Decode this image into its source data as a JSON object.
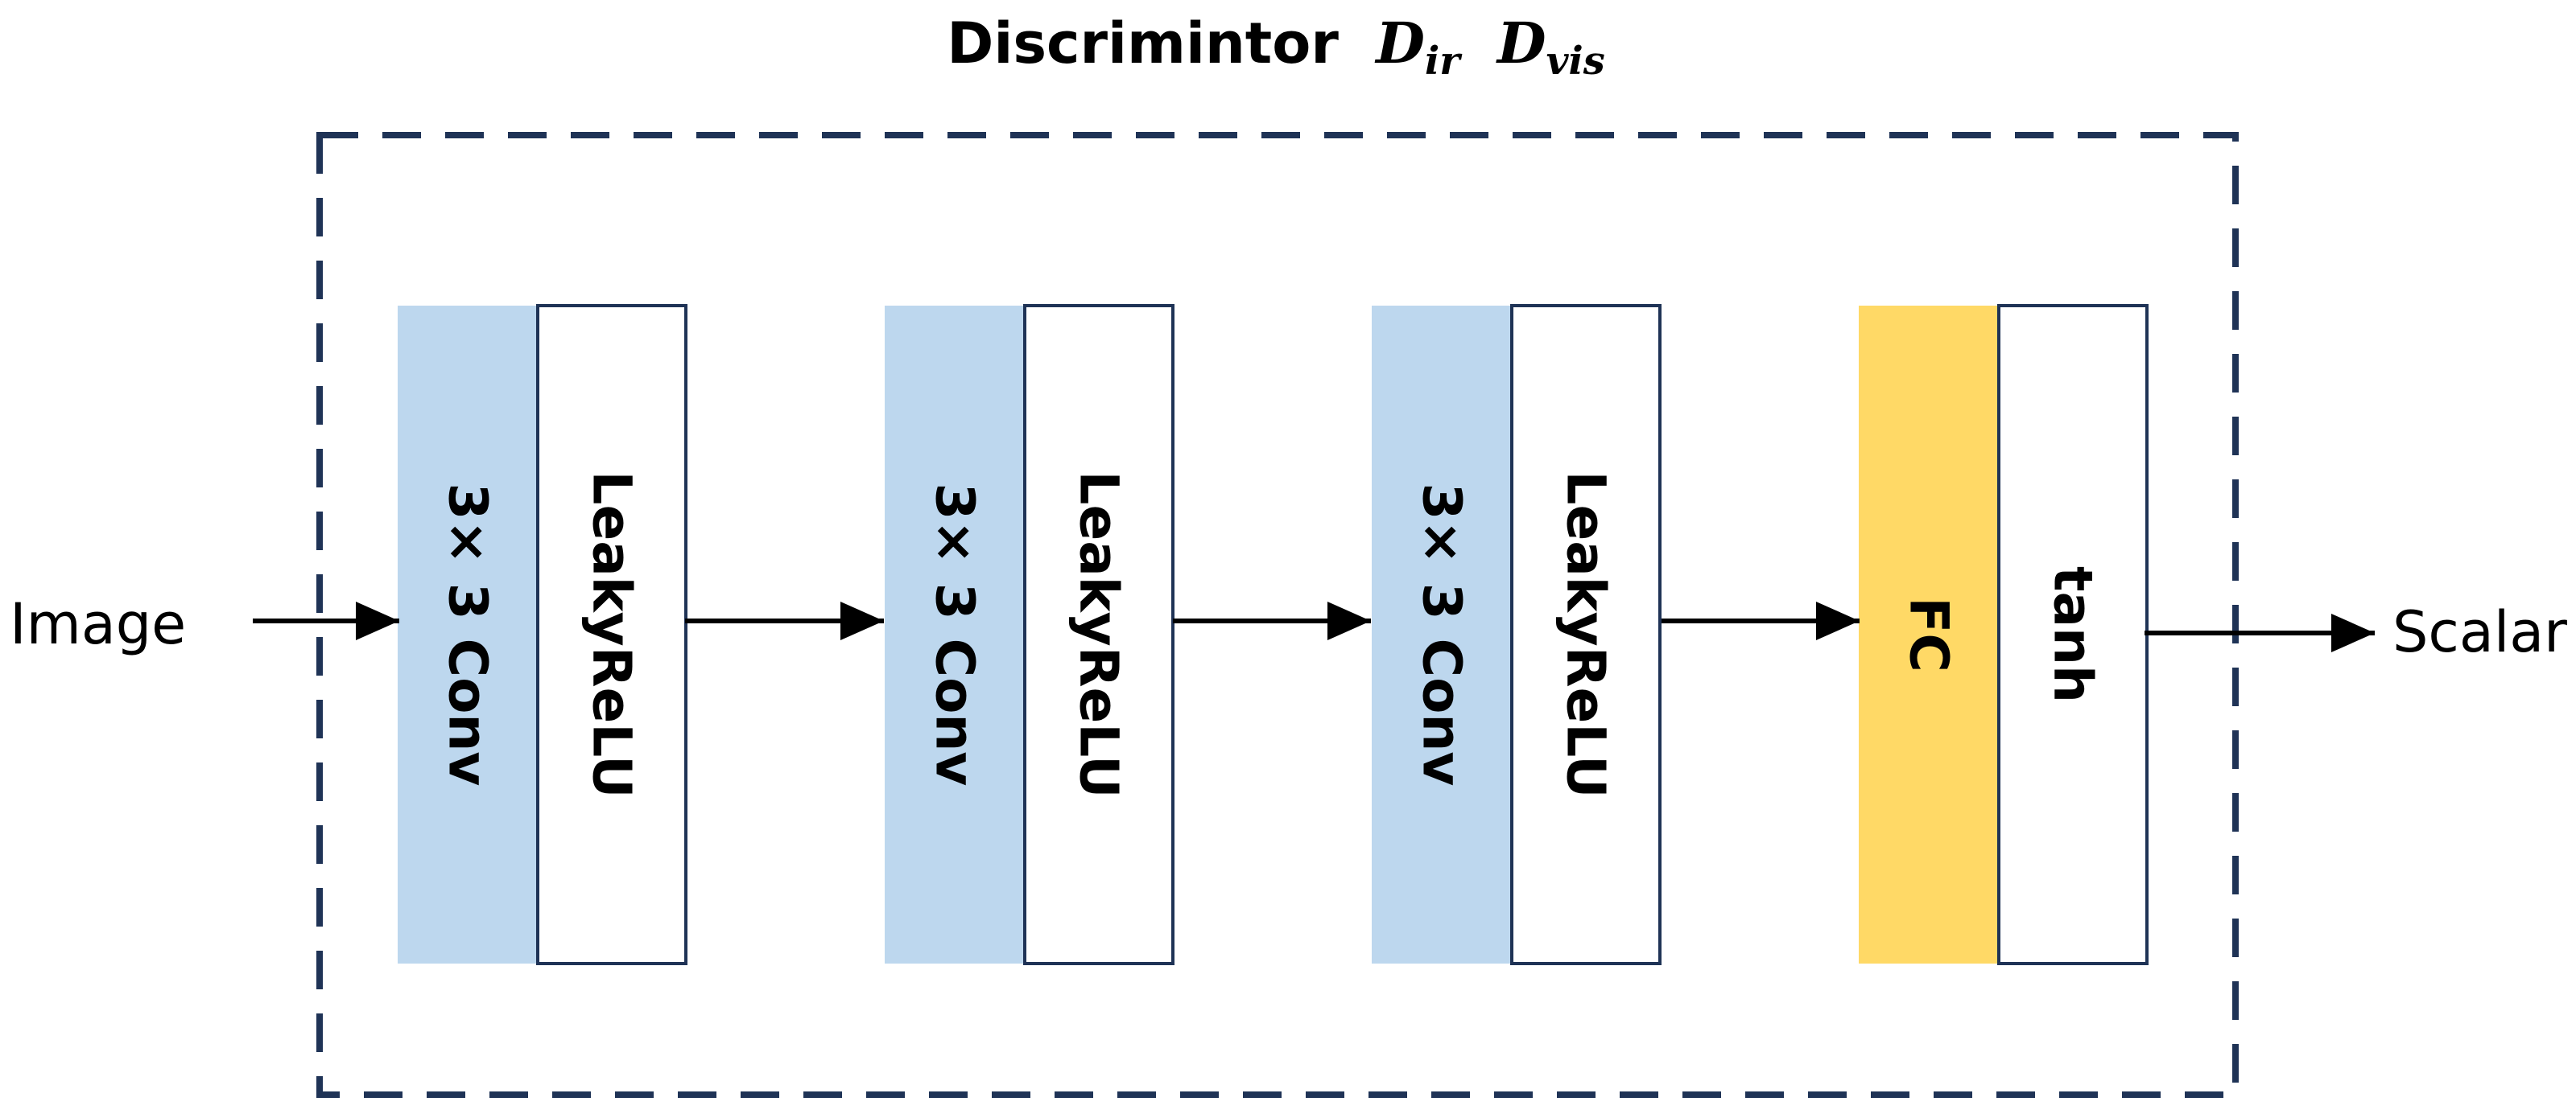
{
  "title": {
    "text": "Discrimintor",
    "symbol_1": {
      "base": "D",
      "sub": "ir"
    },
    "symbol_2": {
      "base": "D",
      "sub": "vis"
    }
  },
  "input_label": "Image",
  "output_label": "Scalar",
  "blocks": [
    {
      "left": {
        "label": "3× 3 Conv",
        "color": "#BDD7EE"
      },
      "right": {
        "label": "LeakyReLU",
        "color": "#FFFFFF"
      }
    },
    {
      "left": {
        "label": "3× 3 Conv",
        "color": "#BDD7EE"
      },
      "right": {
        "label": "LeakyReLU",
        "color": "#FFFFFF"
      }
    },
    {
      "left": {
        "label": "3× 3 Conv",
        "color": "#BDD7EE"
      },
      "right": {
        "label": "LeakyReLU",
        "color": "#FFFFFF"
      }
    },
    {
      "left": {
        "label": "FC",
        "color": "#FFD966"
      },
      "right": {
        "label": "tanh",
        "color": "#FFFFFF"
      }
    }
  ],
  "colors": {
    "frame_stroke": "#1F3356",
    "box_stroke": "#1F3356",
    "arrow": "#000000"
  }
}
